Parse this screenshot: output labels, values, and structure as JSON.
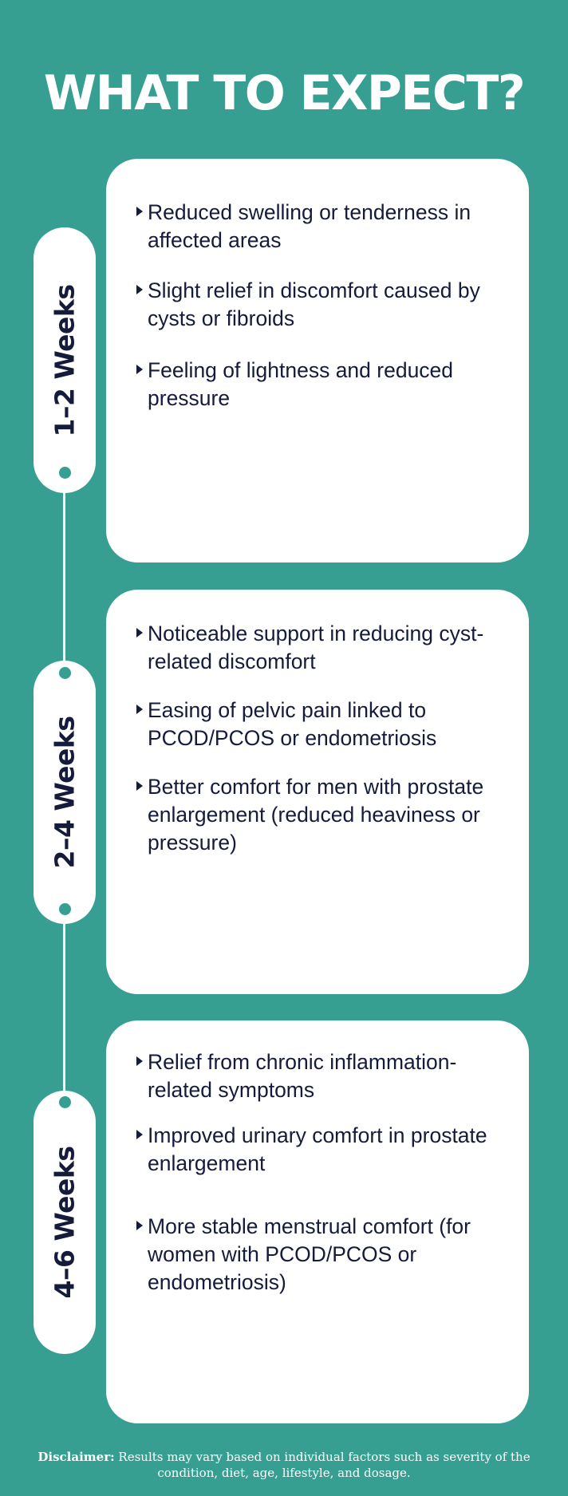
{
  "title": "WHAT TO EXPECT?",
  "colors": {
    "background": "#379f92",
    "card": "#ffffff",
    "text_dark": "#151b3b",
    "dot": "#379f92"
  },
  "stages": [
    {
      "label": "1–2 Weeks",
      "items": [
        "Reduced swelling or tenderness in affected areas",
        "Slight relief in discomfort caused by cysts or fibroids",
        "Feeling of lightness and reduced pressure"
      ]
    },
    {
      "label": "2–4 Weeks",
      "items": [
        "Noticeable support in reducing cyst-related discomfort",
        "Easing of pelvic pain linked to PCOD/PCOS or endometriosis",
        "Better comfort for men with prostate enlargement (reduced heaviness or pressure)"
      ]
    },
    {
      "label": "4–6 Weeks",
      "items": [
        "Relief from chronic inflammation-related symptoms",
        "Improved urinary comfort in prostate enlargement",
        "More stable menstrual comfort (for women with PCOD/PCOS or endometriosis)"
      ]
    }
  ],
  "disclaimer": {
    "label": "Disclaimer:",
    "text": " Results may vary based on individual factors such as severity of the condition, diet, age, lifestyle, and dosage."
  }
}
